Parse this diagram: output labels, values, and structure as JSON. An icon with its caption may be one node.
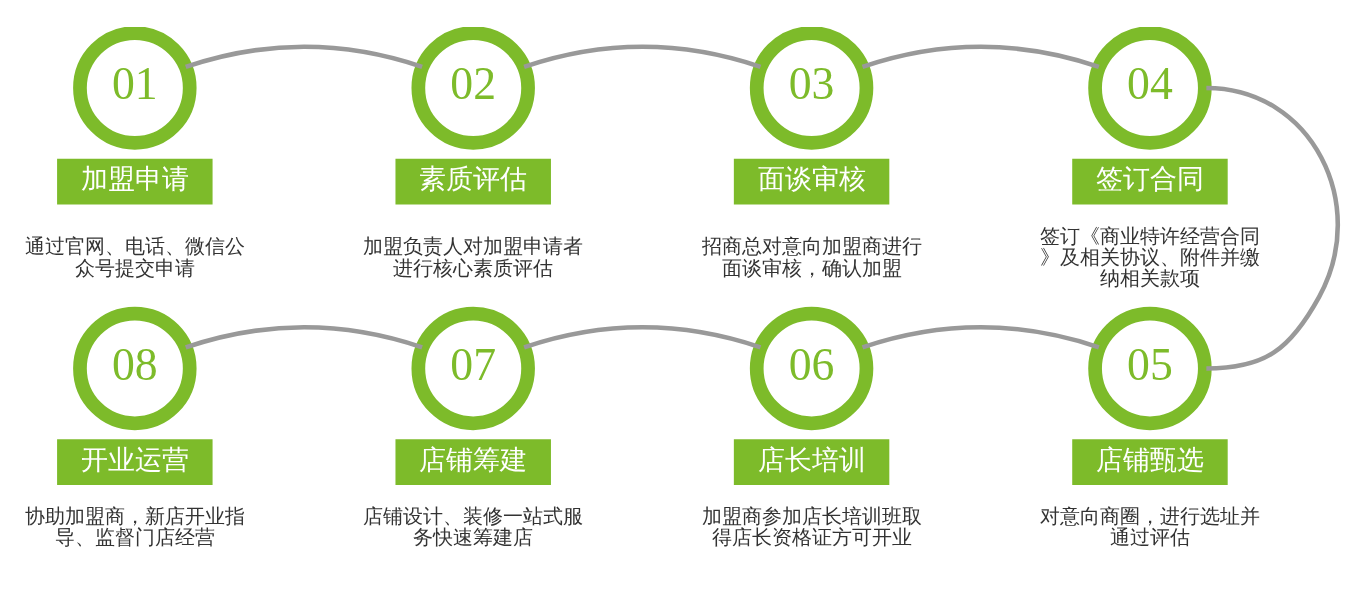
{
  "diagram": {
    "nodes": [
      {
        "text": [
          "01"
        ]
      },
      {
        "text": [
          "加盟申请"
        ],
        "beside": [
          "通过官网、电话、微信公众号提交申请"
        ]
      },
      {
        "text": [
          "02"
        ]
      },
      {
        "text": [
          "素质评估"
        ],
        "beside": [
          "加盟负责人对加盟申请者进行核心素质评估"
        ]
      },
      {
        "text": [
          "03"
        ]
      },
      {
        "text": [
          "面谈审核"
        ],
        "beside": [
          "招商总对意向加盟商进行面谈审核，确认加盟"
        ]
      },
      {
        "text": [
          "04"
        ]
      },
      {
        "text": [
          "签订合同"
        ],
        "beside": [
          "签订《商业特许经营合同》及相关协议、附件并缴纳相关款项"
        ]
      },
      {
        "text": [
          "08"
        ]
      },
      {
        "text": [
          "开业运营"
        ],
        "beside": [
          "协助加盟商，新店开业指导、监督门店经营"
        ]
      },
      {
        "text": [
          "07"
        ]
      },
      {
        "text": [
          "店铺筹建"
        ],
        "beside": [
          "店铺设计、装修一站式服务快速筹建店"
        ]
      },
      {
        "text": [
          "06"
        ]
      },
      {
        "text": [
          "店长培训"
        ],
        "beside": [
          "加盟商参加店长培训班取得店长资格证方可开业"
        ]
      },
      {
        "text": [
          "05"
        ]
      },
      {
        "text": [
          "店铺甄选"
        ],
        "beside": [
          "对意向商圈，进行选址并通过评估"
        ]
      }
    ],
    "edges": [
      {
        "from": 0,
        "to": 2,
        "arrow": "none"
      },
      {
        "from": 2,
        "to": 4,
        "arrow": "none"
      },
      {
        "from": 4,
        "to": 6,
        "arrow": "none"
      },
      {
        "from": 6,
        "to": 14,
        "arrow": "none"
      },
      {
        "from": 14,
        "to": 12,
        "arrow": "none"
      },
      {
        "from": 12,
        "to": 10,
        "arrow": "none"
      },
      {
        "from": 10,
        "to": 8,
        "arrow": "none"
      }
    ]
  }
}
